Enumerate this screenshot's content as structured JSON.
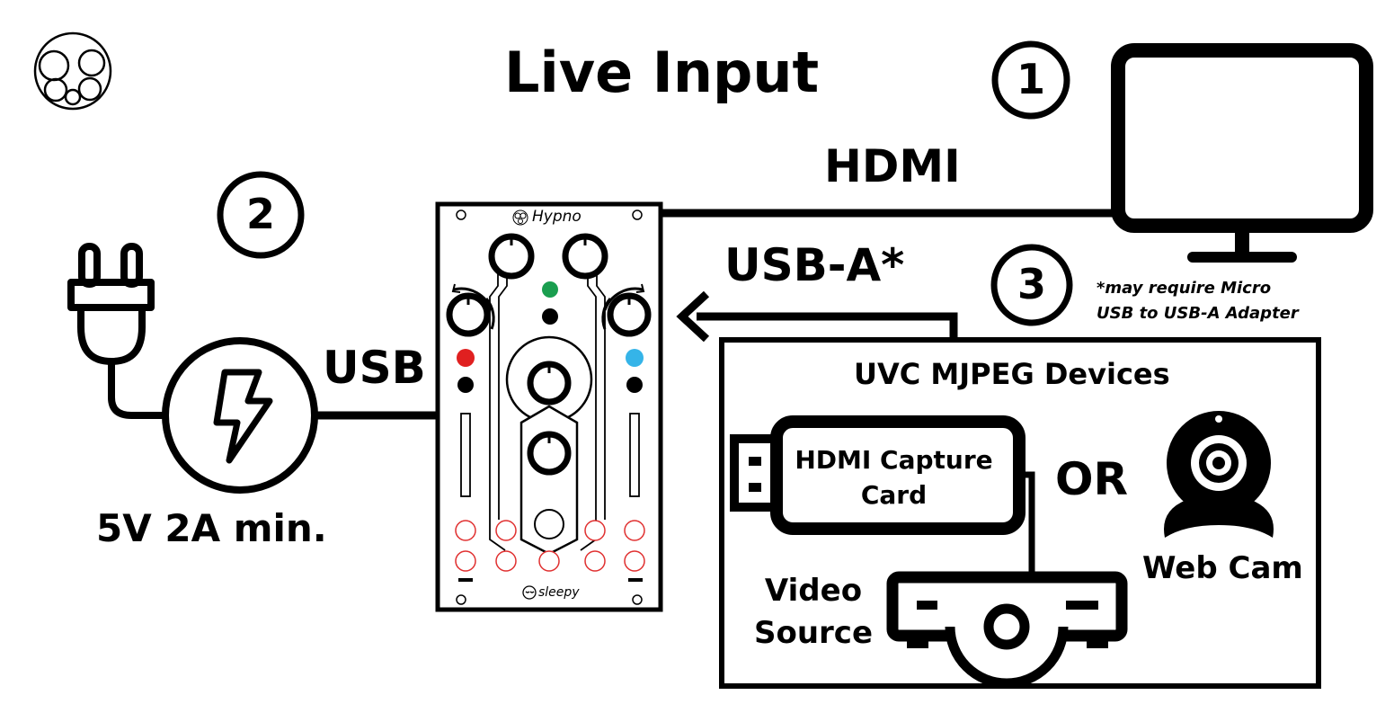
{
  "title": "Live Input",
  "steps": {
    "one": "1",
    "two": "2",
    "three": "3"
  },
  "labels": {
    "hdmi": "HDMI",
    "usb_a": "USB-A*",
    "usb": "USB",
    "power_spec": "5V 2A min.",
    "adapter_note_line1": "*may require Micro",
    "adapter_note_line2": "USB to USB-A Adapter",
    "devices_heading": "UVC MJPEG Devices",
    "capture_card_line1": "HDMI Capture",
    "capture_card_line2": "Card",
    "or": "OR",
    "web_cam": "Web Cam",
    "video_source_line1": "Video",
    "video_source_line2": "Source"
  },
  "module": {
    "name": "Hypno",
    "maker": "sleepy"
  },
  "colors": {
    "ink": "#000000",
    "background": "#ffffff",
    "led_green": "#1a9e4f",
    "led_red": "#e02020",
    "led_blue": "#35b4e8",
    "jack_red": "#e03030"
  }
}
